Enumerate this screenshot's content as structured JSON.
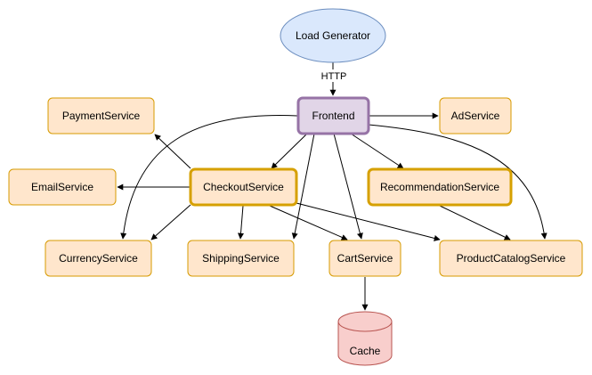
{
  "colors": {
    "service_fill": "#ffe6cc",
    "service_stroke": "#d79b00",
    "highlight_stroke": "#d6a000",
    "frontend_fill": "#e1d5e7",
    "frontend_stroke": "#9673a6",
    "generator_fill": "#dae8fc",
    "generator_stroke": "#6c8ebf",
    "cache_fill": "#f8cecc",
    "cache_stroke": "#b85450",
    "edge": "#000000"
  },
  "nodes": {
    "load_generator": "Load Generator",
    "frontend": "Frontend",
    "payment_service": "PaymentService",
    "ad_service": "AdService",
    "email_service": "EmailService",
    "checkout_service": "CheckoutService",
    "recommendation_service": "RecommendationService",
    "currency_service": "CurrencyService",
    "shipping_service": "ShippingService",
    "cart_service": "CartService",
    "product_catalog_service": "ProductCatalogService",
    "cache": "Cache"
  },
  "edges": {
    "http_label": "HTTP"
  }
}
